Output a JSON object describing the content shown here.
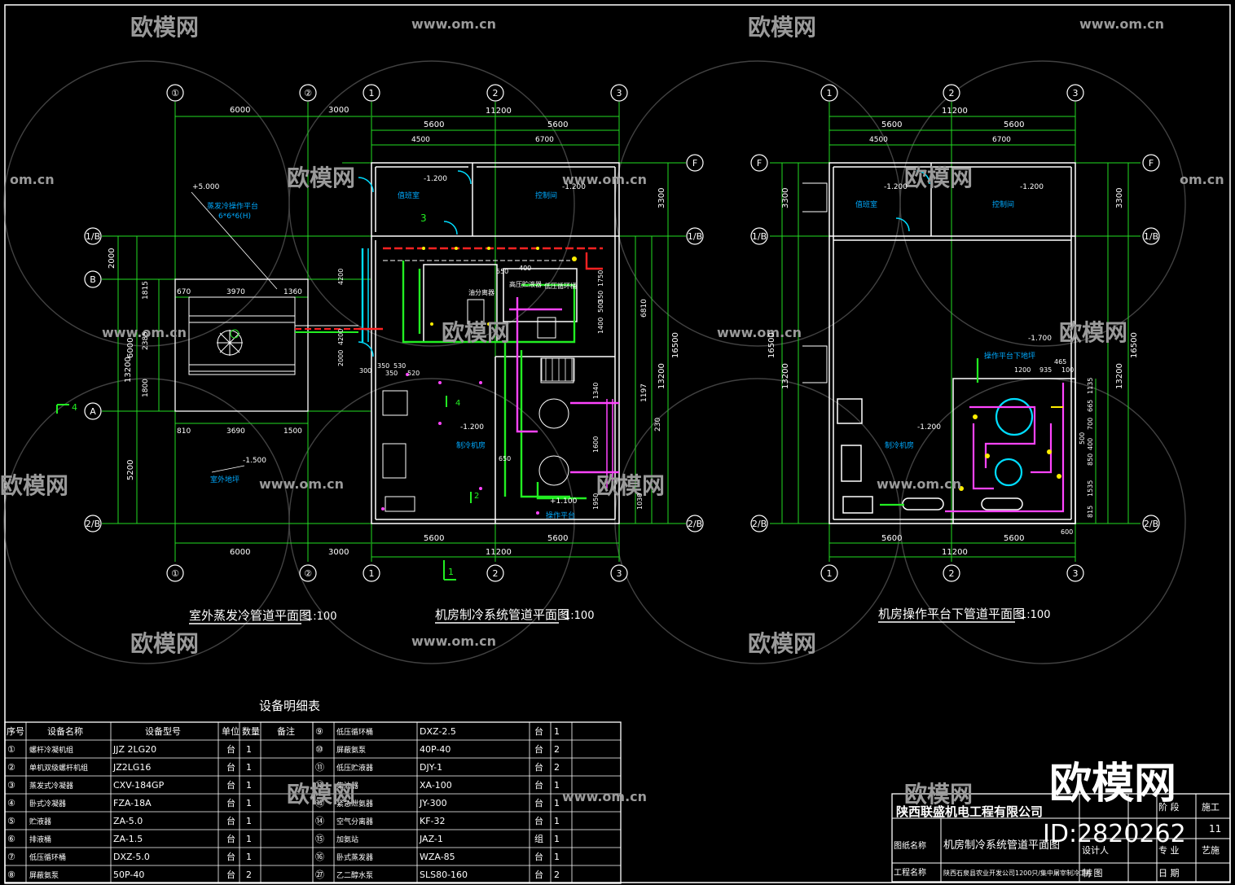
{
  "plans": {
    "p1": {
      "title": "室外蒸发冷管道平面图",
      "scale": "1:100",
      "area_label": "室外地坪",
      "platform_label": "蒸发冷操作平台",
      "platform_size": "6*6*6(H)",
      "elev_top": "+5.000",
      "elev_ground": "-1.500",
      "dims_top": [
        "6000",
        "3000"
      ],
      "dims_bottom": [
        "6000",
        "3000"
      ],
      "dims_unit_top": [
        "670",
        "3970",
        "1360"
      ],
      "dims_unit_bottom": [
        "810",
        "3690",
        "1500"
      ],
      "dims_left": [
        "2000",
        "6000",
        "5200"
      ],
      "dims_left_total": "13200",
      "dims_left_sub": [
        "1815",
        "2385",
        "1800"
      ],
      "section": "4"
    },
    "p2": {
      "title": "机房制冷系统管道平面图",
      "scale": "1:100",
      "room_a": "值班室",
      "room_b": "控制间",
      "room_c": "制冷机房",
      "platform": "操作平台",
      "elev_a": "-1.200",
      "elev_b": "-1.200",
      "elev_c": "-1.200",
      "elev_platform": "+1.100",
      "dims_top_total": "11200",
      "dims_top": [
        "5600",
        "5600"
      ],
      "dims_top_sub": [
        "4500",
        "6700"
      ],
      "dims_bottom": [
        "5600",
        "5600"
      ],
      "dims_bottom_total": "11200",
      "dims_right": [
        "3300",
        "16500",
        "13200"
      ],
      "dims_right_sub": [
        "6810",
        "1197",
        "230"
      ],
      "dims_inner": [
        "4200",
        "4200",
        "2000",
        "300",
        "350",
        "350",
        "530",
        "520",
        "550",
        "400",
        "1750",
        "350",
        "500",
        "1400",
        "1340",
        "1600",
        "1950",
        "1030",
        "650"
      ],
      "labels": [
        "油分离器",
        "高压贮液器",
        "低压循环桶"
      ],
      "sections": [
        "3",
        "4",
        "2",
        "1"
      ]
    },
    "p3": {
      "title": "机房操作平台下管道平面图",
      "scale": "1:100",
      "room_a": "值班室",
      "room_b": "控制间",
      "room_c": "制冷机房",
      "platform": "操作平台下地坪",
      "elev_a": "-1.200",
      "elev_b": "-1.200",
      "elev_c": "-1.200",
      "elev_platform": "-1.700",
      "dims_top_total": "11200",
      "dims_top": [
        "5600",
        "5600"
      ],
      "dims_top_sub": [
        "4500",
        "6700"
      ],
      "dims_bottom": [
        "5600",
        "5600"
      ],
      "dims_bottom_total": "11200",
      "dims_left": [
        "3300",
        "16500",
        "13200"
      ],
      "dims_right": [
        "3300",
        "16500",
        "13200"
      ],
      "dims_inner": [
        "465",
        "1200",
        "935",
        "100",
        "1135",
        "700",
        "665",
        "850",
        "400",
        "1535",
        "815",
        "500",
        "600"
      ]
    }
  },
  "axes": {
    "top1": [
      "①",
      "②"
    ],
    "top2": [
      "1",
      "2",
      "3"
    ],
    "rows_left": [
      "1/B",
      "B",
      "A",
      "2/B"
    ],
    "rows_right": [
      "F",
      "1/B",
      "2/B"
    ]
  },
  "table": {
    "title": "设备明细表",
    "headers": [
      "序号",
      "设备名称",
      "设备型号",
      "单位",
      "数量",
      "备注"
    ],
    "left": [
      [
        "①",
        "螺杆冷凝机组",
        "JJZ 2LG20",
        "台",
        "1",
        ""
      ],
      [
        "②",
        "单机双级螺杆机组",
        "JZ2LG16",
        "台",
        "1",
        ""
      ],
      [
        "③",
        "蒸发式冷凝器",
        "CXV-184GP",
        "台",
        "1",
        ""
      ],
      [
        "④",
        "卧式冷凝器",
        "FZA-18A",
        "台",
        "1",
        ""
      ],
      [
        "⑤",
        "贮液器",
        "ZA-5.0",
        "台",
        "1",
        ""
      ],
      [
        "⑥",
        "排液桶",
        "ZA-1.5",
        "台",
        "1",
        ""
      ],
      [
        "⑦",
        "低压循环桶",
        "DXZ-5.0",
        "台",
        "1",
        ""
      ],
      [
        "⑧",
        "屏蔽氨泵",
        "50P-40",
        "台",
        "2",
        ""
      ]
    ],
    "right": [
      [
        "⑨",
        "低压循环桶",
        "DXZ-2.5",
        "台",
        "1",
        ""
      ],
      [
        "⑩",
        "屏蔽氨泵",
        "40P-40",
        "台",
        "2",
        ""
      ],
      [
        "⑪",
        "低压贮液器",
        "DJY-1",
        "台",
        "2",
        ""
      ],
      [
        "⑫",
        "集油器",
        "XA-100",
        "台",
        "1",
        ""
      ],
      [
        "⑬",
        "紧急泄氨器",
        "JY-300",
        "台",
        "1",
        ""
      ],
      [
        "⑭",
        "空气分离器",
        "KF-32",
        "台",
        "1",
        ""
      ],
      [
        "⑮",
        "加氨站",
        "JAZ-1",
        "组",
        "1",
        ""
      ],
      [
        "⑯",
        "卧式蒸发器",
        "WZA-85",
        "台",
        "1",
        ""
      ],
      [
        "㉗",
        "乙二醇水泵",
        "SLS80-160",
        "台",
        "2",
        ""
      ]
    ]
  },
  "titleblock": {
    "company": "陕西联盛机电工程有限公司",
    "drawing_name_label": "图纸名称",
    "drawing_name": "机房制冷系统管道平面图",
    "project_label": "工程名称",
    "project": "陕西石泉县农业开发公司1200只/集中屠宰制冷工程",
    "designer": "设计人",
    "drafter": "制 图",
    "stage_label": "阶 段",
    "stage": "施工",
    "sheet_no": "11",
    "discipline_label": "专 业",
    "discipline": "艺施",
    "date_label": "日 期"
  },
  "watermarks": {
    "brand": "欧模网",
    "url": "www.om.cn",
    "url_partial": "om.cn",
    "id": "ID:2820262"
  },
  "colors": {
    "wall": "#ffffff",
    "pipe_green": "#22ee22",
    "pipe_red": "#ff2222",
    "pipe_magenta": "#ff44ff",
    "pipe_cyan": "#00ddff",
    "dim_green": "#22dd22",
    "grid_yellow": "#dddd00"
  }
}
